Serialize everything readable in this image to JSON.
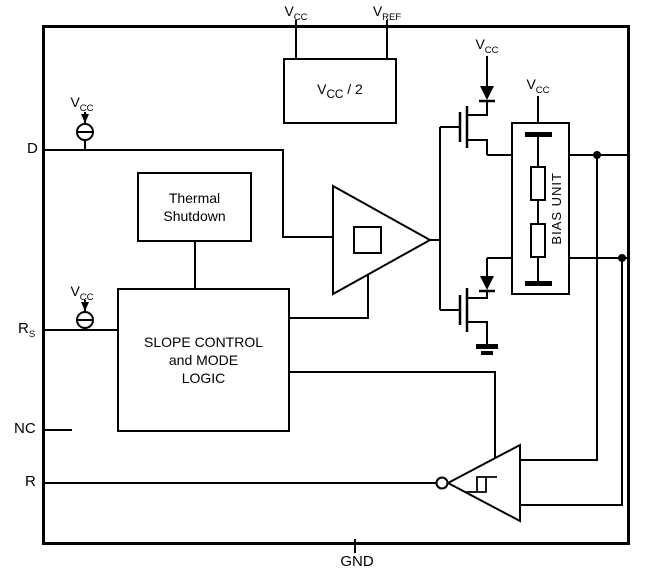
{
  "colors": {
    "background": "#ffffff",
    "line": "#000000",
    "text": "#000000"
  },
  "pins": {
    "vcc": {
      "base": "V",
      "sub": "CC"
    },
    "vref": {
      "base": "V",
      "sub": "REF"
    },
    "d": {
      "label": "D"
    },
    "rs": {
      "base": "R",
      "sub": "S"
    },
    "nc": {
      "label": "NC"
    },
    "r": {
      "label": "R"
    },
    "gnd": {
      "label": "GND"
    }
  },
  "supplies": {
    "vcc": {
      "base": "V",
      "sub": "CC"
    }
  },
  "blocks": {
    "vcc_half": {
      "base": "V",
      "sub": "CC",
      "suffix": " / 2"
    },
    "thermal_shutdown": {
      "line1": "Thermal",
      "line2": "Shutdown"
    },
    "slope_control": {
      "line1": "SLOPE CONTROL",
      "line2": "and MODE",
      "line3": "LOGIC"
    },
    "bias_unit": {
      "label": "BIAS UNIT"
    }
  }
}
